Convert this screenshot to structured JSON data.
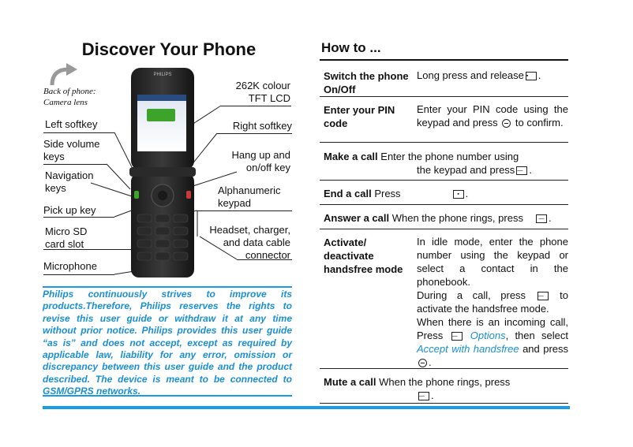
{
  "left": {
    "title": "Discover Your Phone",
    "back_label_line1": "Back of phone:",
    "back_label_line2": "Camera lens",
    "callouts_left": {
      "left_softkey": "Left softkey",
      "side_volume_1": "Side volume",
      "side_volume_2": "keys",
      "navigation_1": "Navigation",
      "navigation_2": "keys",
      "pick_up": "Pick up key",
      "micro_sd_1": "Micro SD",
      "micro_sd_2": "card slot",
      "microphone": "Microphone"
    },
    "callouts_right": {
      "lcd_1": "262K colour",
      "lcd_2": "TFT LCD",
      "right_softkey": "Right softkey",
      "hangup_1": "Hang up and",
      "hangup_2": "on/off key",
      "alnum_1": "Alphanumeric",
      "alnum_2": "keypad",
      "headset_1": "Headset, charger,",
      "headset_2": "and data cable",
      "headset_3": "connector"
    },
    "phone_brand": "PHILIPS",
    "disclaimer": "Philips continuously strives to improve its products.Therefore, Philips reserves the rights to revise this user guide or withdraw it at any time without prior notice. Philips provides this user guide “as is” and does not accept, except as required by applicable law, liability for any error, omission or discrepancy between this user guide and the product described. The device is meant to be connected to GSM/GPRS networks."
  },
  "right": {
    "title": "How to ...",
    "rows": [
      {
        "label": "Switch the phone On/Off",
        "text": "Long press and release"
      },
      {
        "label": "Enter your PIN code",
        "text_a": "Enter your PIN code using the keypad and press",
        "text_b": "to confirm."
      },
      {
        "label": "Make a call",
        "text_a": "Enter the phone number using",
        "text_b": "the keypad and press"
      },
      {
        "label": "End a call",
        "text": "Press"
      },
      {
        "label": "Answer a call",
        "text": "When the phone rings, press"
      },
      {
        "label": "Activate/ deactivate handsfree mode",
        "p1": "In idle mode, enter the phone number using the keypad or select a contact in the phonebook.",
        "p2_a": "During a call, press",
        "p2_b": "to activate the handsfree mode.",
        "p3_a": "When there is an incoming call, Press",
        "p3_options": "Options",
        "p3_b": ", then select",
        "p3_accept": "Accept with handsfree",
        "p3_c": "and press"
      },
      {
        "label": "Mute a call",
        "text": "When the phone rings, press"
      }
    ]
  },
  "colors": {
    "accent": "#1a9be6",
    "text": "#111111"
  }
}
